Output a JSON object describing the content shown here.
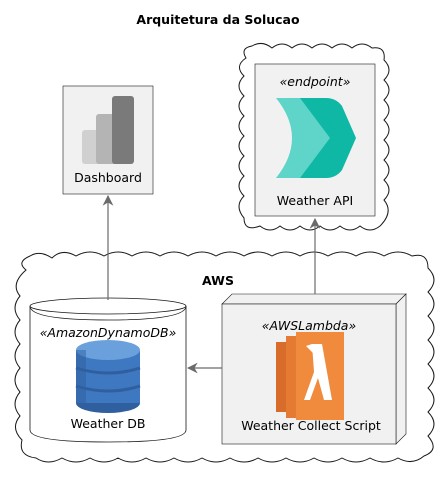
{
  "title": "Arquitetura da Solucao",
  "groups": {
    "aws": "AWS"
  },
  "nodes": {
    "dashboard": {
      "label": "Dashboard",
      "icon": "power-bi-icon"
    },
    "weather_api": {
      "stereotype": "«endpoint»",
      "label": "Weather API",
      "icon": "api-endpoint-icon"
    },
    "weather_db": {
      "stereotype": "«AmazonDynamoDB»",
      "label": "Weather DB",
      "icon": "dynamodb-icon"
    },
    "weather_collect": {
      "stereotype": "«AWSLambda»",
      "label": "Weather Collect Script",
      "icon": "lambda-icon"
    }
  },
  "edges": [
    {
      "from": "weather_db",
      "to": "dashboard"
    },
    {
      "from": "weather_collect",
      "to": "weather_api"
    },
    {
      "from": "weather_collect",
      "to": "weather_db"
    }
  ],
  "colors": {
    "node_fill": "#f1f1f1",
    "node_stroke": "#181818",
    "edge": "#6a6a6a",
    "endpoint_teal": "#0fb8a4",
    "endpoint_teal_light": "#5fd4c8",
    "lambda_orange": "#f08a3c",
    "dynamo_blue": "#3d78c1",
    "powerbi_gray": "#7a7a7a"
  }
}
